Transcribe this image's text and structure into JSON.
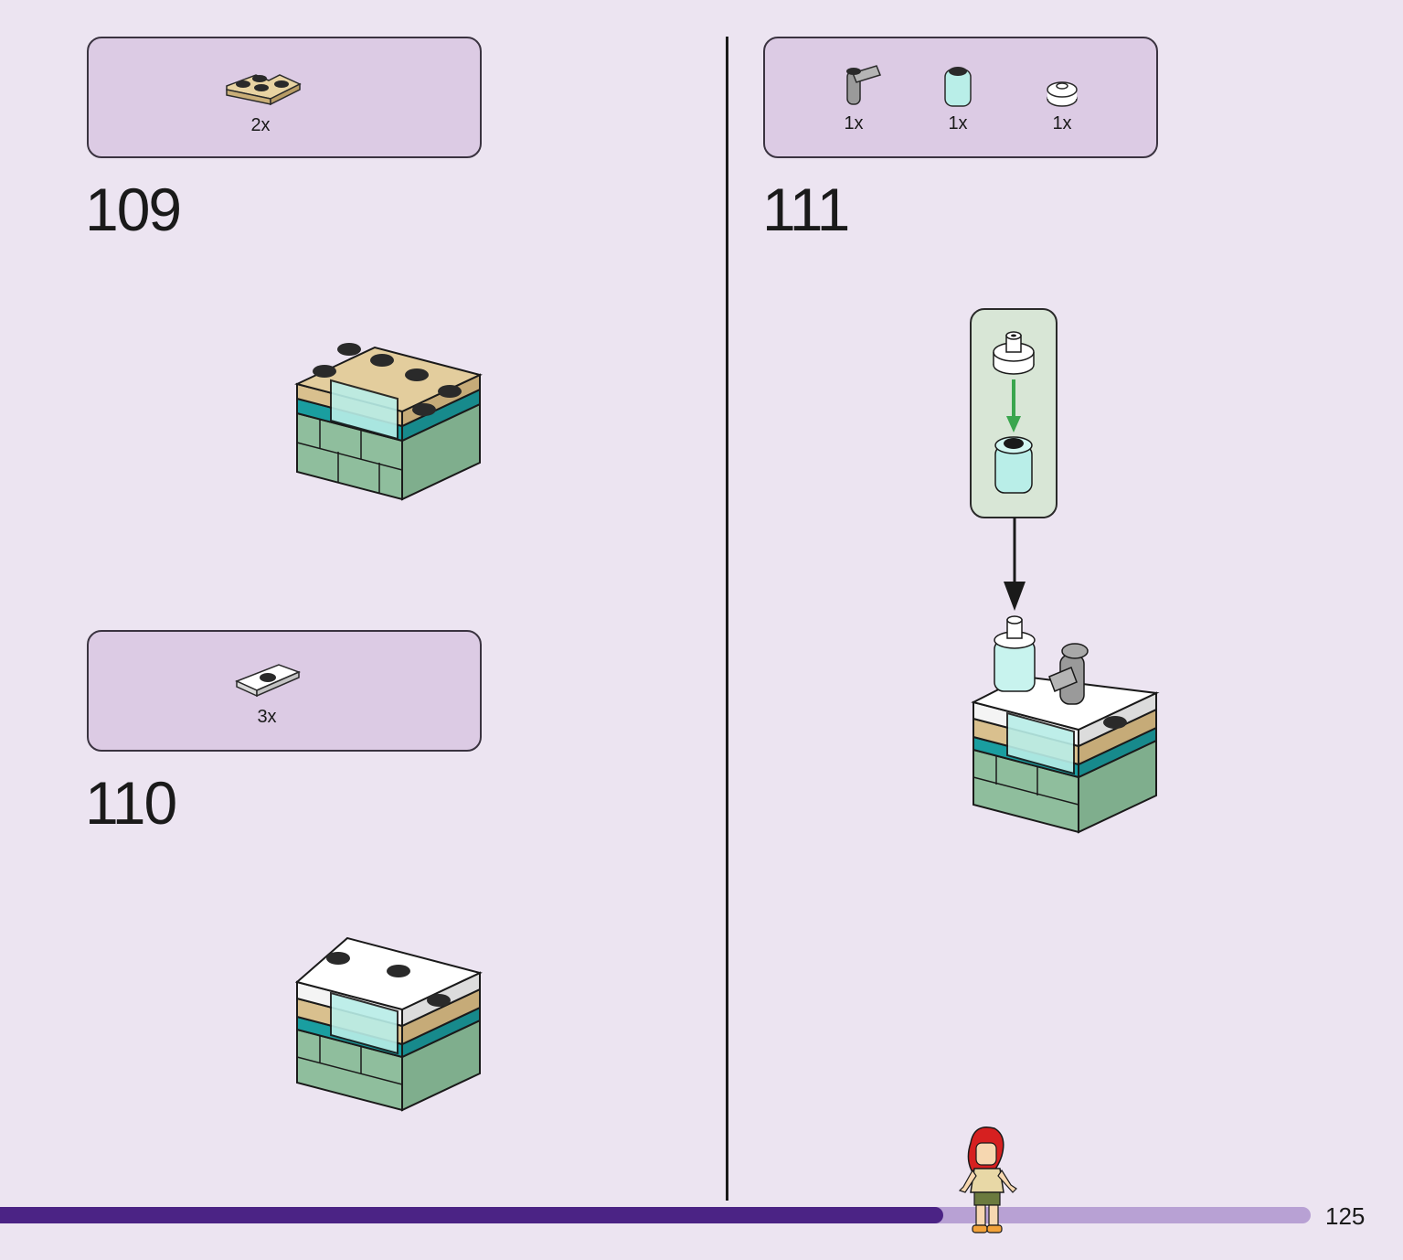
{
  "steps": [
    {
      "number": "109",
      "parts": [
        {
          "qty": "2x",
          "icon": "tan-corner-plate-icon"
        }
      ]
    },
    {
      "number": "110",
      "parts": [
        {
          "qty": "3x",
          "icon": "white-jumper-plate-icon"
        }
      ]
    },
    {
      "number": "111",
      "parts": [
        {
          "qty": "1x",
          "icon": "grey-faucet-icon"
        },
        {
          "qty": "1x",
          "icon": "trans-light-blue-cylinder-icon"
        },
        {
          "qty": "1x",
          "icon": "white-round-tile-icon"
        }
      ]
    }
  ],
  "page": {
    "number": "125",
    "progress": 0.72
  },
  "colors": {
    "background": "#ece4f1",
    "parts_box": "#dccbe4",
    "progress_fill": "#4b2385",
    "progress_track": "#b8a1d4",
    "tan": "#d9c08e",
    "sand_green": "#93c4a3",
    "teal": "#1a9ea0",
    "trans_light_blue": "#b9eee8",
    "arrow_green": "#3aa64e"
  }
}
